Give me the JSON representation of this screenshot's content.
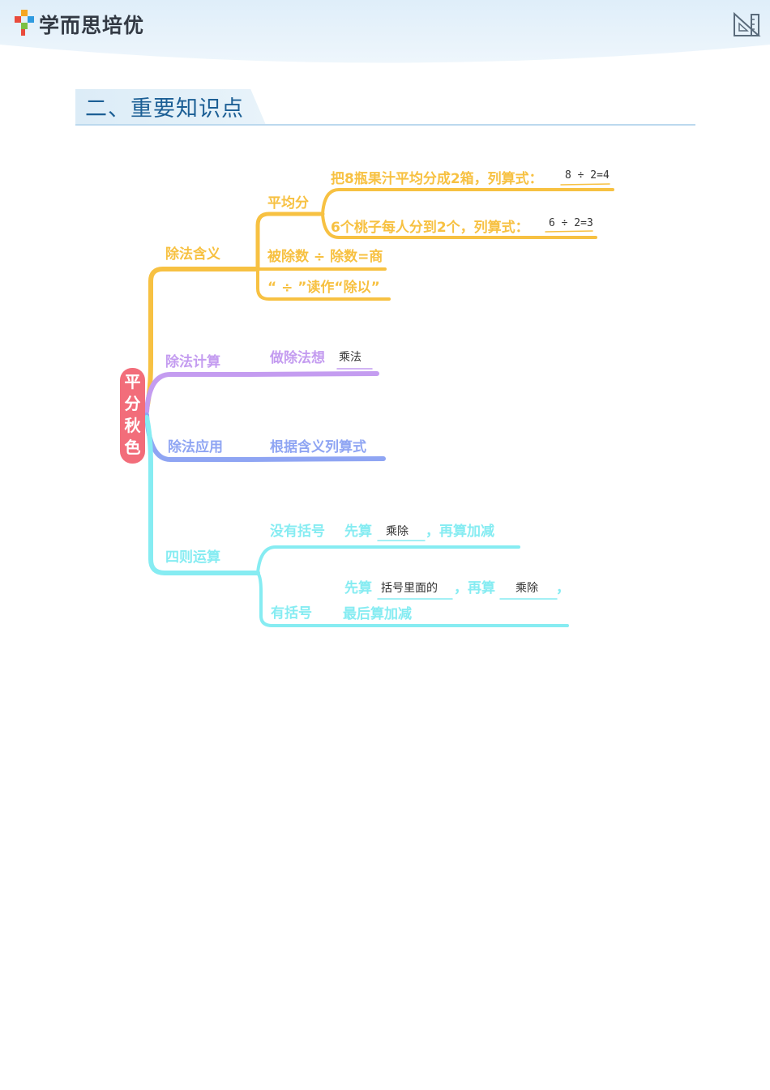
{
  "header": {
    "brand": "学而思培优",
    "logo_icon": "xueersi-logo-icon",
    "corner_icon": "ruler-triangle-icon"
  },
  "section": {
    "title": "二、重要知识点"
  },
  "mindmap": {
    "root": "平分秋色",
    "colors": {
      "root": "#f26d7a",
      "meaning": "#f7c142",
      "calc": "#c49cf0",
      "apply": "#8fa5f3",
      "mixed": "#86ecf2",
      "handwriting": "#333333"
    },
    "branches": {
      "meaning": {
        "label": "除法含义",
        "equal_share": "平均分",
        "example1": "把8瓶果汁平均分成2箱，列算式：",
        "example1_answer": "8 ÷ 2=4",
        "example2": "6个桃子每人分到2个，列算式：",
        "example2_answer": "6 ÷ 2=3",
        "formula": "被除数 ÷ 除数=商",
        "reading": "“ ÷ ”读作“除以”"
      },
      "calc": {
        "label": "除法计算",
        "think": "做除法想",
        "think_answer": "乘法"
      },
      "apply": {
        "label": "除法应用",
        "rule": "根据含义列算式"
      },
      "mixed": {
        "label": "四则运算",
        "no_paren": "没有括号",
        "no_paren_first": "先算",
        "no_paren_first_answer": "乘除",
        "no_paren_then": "，再算加减",
        "with_paren": "有括号",
        "with_paren_first": "先算",
        "with_paren_first_answer": "括号里面的",
        "with_paren_then": "，再算",
        "with_paren_then_answer": "乘除",
        "with_paren_comma": "，",
        "with_paren_last": "最后算加减"
      }
    }
  }
}
